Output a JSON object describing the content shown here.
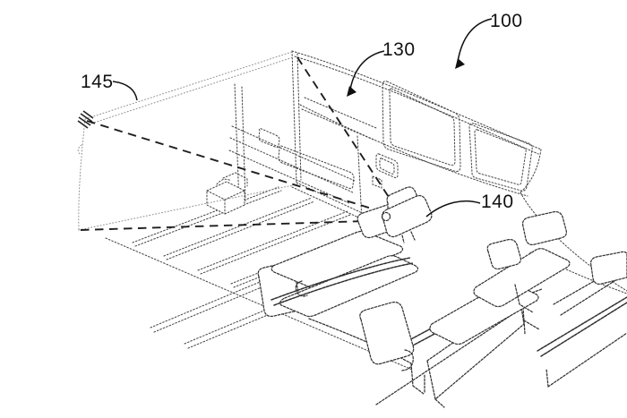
{
  "figure": {
    "kind": "patent-style line drawing",
    "subject": "vehicle interior with reclined seats, a seat-mounted projector and a front projection screen",
    "colors": {
      "background": "#ffffff",
      "body_line": "#4a4a4a",
      "screen_line": "#8f8f8f",
      "projection_dash": "#1e1e1e",
      "label_text": "#111111"
    },
    "labels": [
      {
        "text": "100",
        "refers_to": "vehicle"
      },
      {
        "text": "130",
        "refers_to": "cabin-side-wall-window"
      },
      {
        "text": "140",
        "refers_to": "seat-mounted-projector"
      },
      {
        "text": "145",
        "refers_to": "projection-screen"
      }
    ]
  }
}
